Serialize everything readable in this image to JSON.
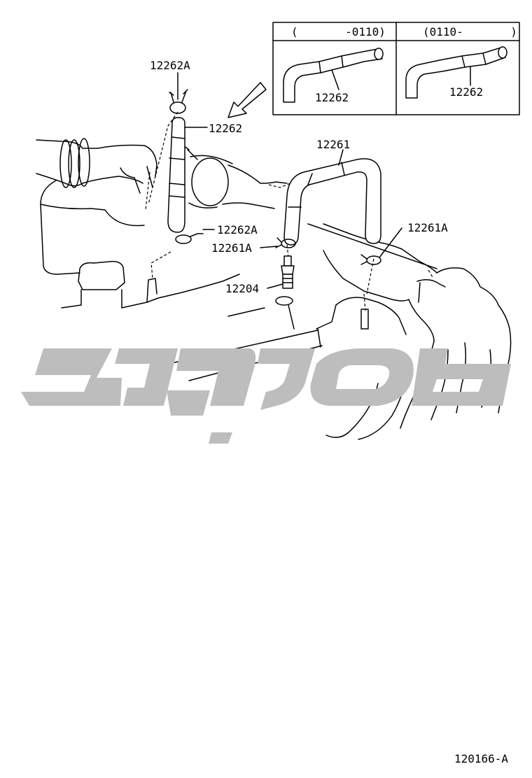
{
  "inset": {
    "left_range": "(       -0110)",
    "right_range": "(0110-       )",
    "left_part": "12262",
    "right_part": "12262"
  },
  "callouts": {
    "clamp_top": "12262A",
    "hose_top": "12262",
    "hose_main": "12261",
    "clamp_mid": "12262A",
    "clamp_left": "12261A",
    "clamp_right": "12261A",
    "pcv_valve": "12204"
  },
  "doc_code": "120166-A"
}
